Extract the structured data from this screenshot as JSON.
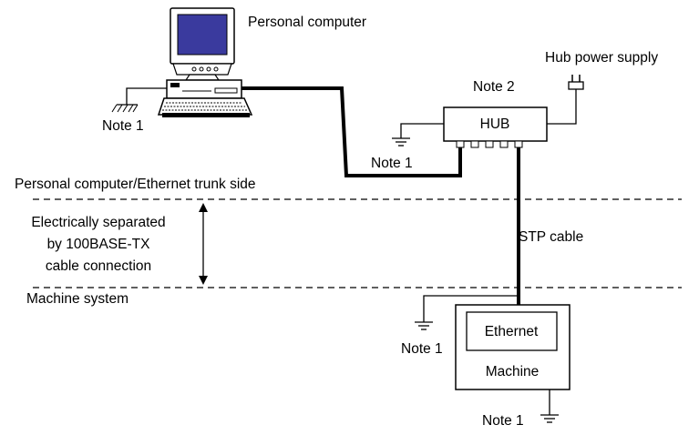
{
  "labels": {
    "personal_computer": "Personal computer",
    "hub_power_supply": "Hub power supply",
    "note2": "Note 2",
    "hub": "HUB",
    "note1_pc": "Note 1",
    "note1_cable": "Note 1",
    "note1_machine_left": "Note 1",
    "note1_machine_bottom": "Note 1",
    "pc_ethernet_side": "Personal computer/Ethernet trunk side",
    "separation_line1": "Electrically separated",
    "separation_line2": "by 100BASE-TX",
    "separation_line3": "cable connection",
    "stp_cable": "STP cable",
    "machine_system": "Machine system",
    "ethernet": "Ethernet",
    "machine": "Machine"
  },
  "colors": {
    "screen": "#3a3a9e",
    "line": "#000000",
    "background": "#ffffff"
  },
  "icons": [
    "computer-icon",
    "ground-symbol-icon",
    "power-plug-icon",
    "double-arrow-icon"
  ]
}
